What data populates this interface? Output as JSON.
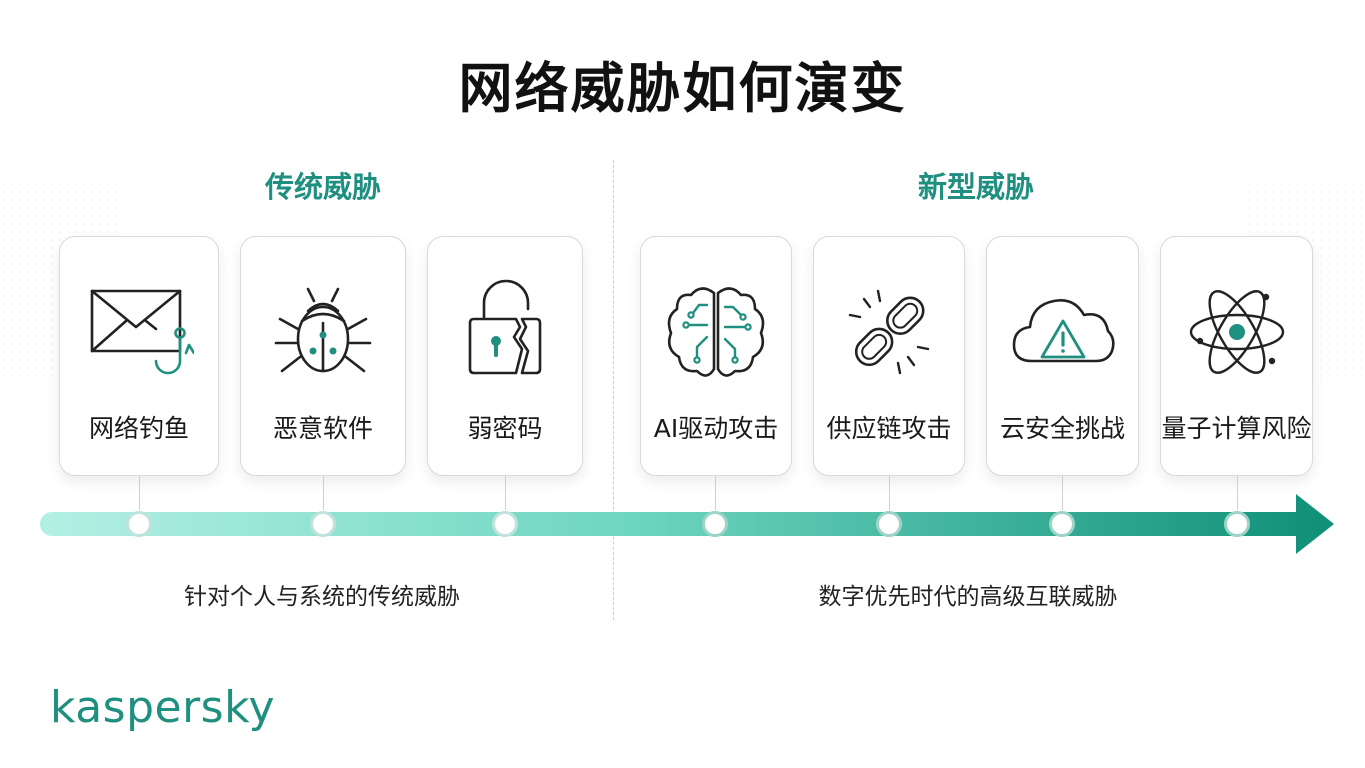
{
  "title": "网络威胁如何演变",
  "sections": {
    "traditional": {
      "title": "传统威胁",
      "caption": "针对个人与系统的传统威胁",
      "cards": [
        {
          "label": "网络钓鱼",
          "icon": "envelope-hook-icon"
        },
        {
          "label": "恶意软件",
          "icon": "bug-icon"
        },
        {
          "label": "弱密码",
          "icon": "broken-padlock-icon"
        }
      ]
    },
    "emerging": {
      "title": "新型威胁",
      "caption": "数字优先时代的高级互联威胁",
      "cards": [
        {
          "label": "AI驱动攻击",
          "icon": "circuit-brain-icon"
        },
        {
          "label": "供应链攻击",
          "icon": "broken-chain-icon"
        },
        {
          "label": "云安全挑战",
          "icon": "cloud-warning-icon"
        },
        {
          "label": "量子计算风险",
          "icon": "atom-icon"
        }
      ]
    }
  },
  "brand": {
    "logo": "kaspersky"
  },
  "colors": {
    "accent": "#1f8f80",
    "timeline_start": "#a8eddf",
    "timeline_end": "#0f8f77",
    "title": "#111111"
  }
}
